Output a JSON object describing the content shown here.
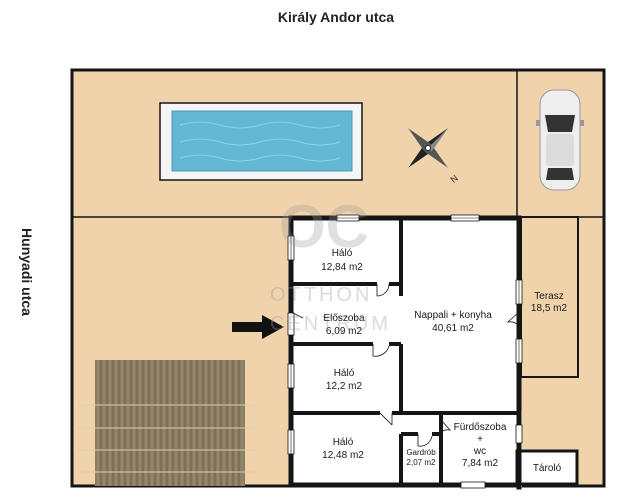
{
  "streets": {
    "top": "Király Andor utca",
    "left": "Hunyadi utca"
  },
  "rooms": [
    {
      "id": "halo-1",
      "name": "Háló",
      "area": "12,84 m2"
    },
    {
      "id": "eloszoba",
      "name": "Előszoba",
      "area": "6,09 m2"
    },
    {
      "id": "nappali",
      "name": "Nappali + konyha",
      "area": "40,61 m2"
    },
    {
      "id": "terasz",
      "name": "Terasz",
      "area": "18,5 m2"
    },
    {
      "id": "halo-2",
      "name": "Háló",
      "area": "12,2 m2"
    },
    {
      "id": "halo-3",
      "name": "Háló",
      "area": "12,48 m2"
    },
    {
      "id": "gardrob",
      "name": "Gardrób",
      "area": "2,07 m2"
    },
    {
      "id": "furdo",
      "name": "Fürdőszoba",
      "name2": "+",
      "name3": "wc",
      "area": "7,84 m2"
    },
    {
      "id": "tarolo",
      "name": "Tároló"
    }
  ],
  "compass": {
    "label": "N"
  },
  "watermark": {
    "line1": "OTTHON",
    "line2": "CENTRUM"
  },
  "colors": {
    "plot": "#f1d3ab",
    "house": "#ffffff",
    "wall": "#151515",
    "pool_water": "#63b7d3",
    "deck": "#8a7d62"
  }
}
